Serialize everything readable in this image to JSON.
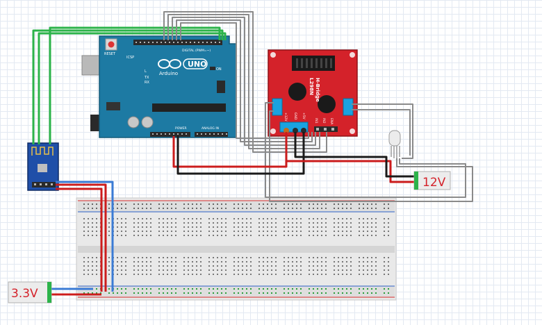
{
  "arduino": {
    "reset_label": "RESET",
    "icsp_label": "ICSP",
    "digital_label": "DIGITAL (PWM=~)",
    "brand": "Arduino",
    "model": "UNO",
    "on_label": "ON",
    "tx_label": "TX",
    "rx_label": "RX",
    "l_label": "L",
    "power_label": "POWER",
    "analog_label": "ANALOG IN"
  },
  "motor_driver": {
    "title_line1": "L298N",
    "title_line2": "H-Bridge",
    "pin_12v": "+12V",
    "pin_gnd": "GND",
    "pin_5v": "+5V",
    "pin_in1": "IN1",
    "pin_in2": "IN2",
    "pin_ena": "ENA"
  },
  "battery_12v": {
    "label": "12V"
  },
  "battery_3v3": {
    "label": "3.3V"
  },
  "colors": {
    "arduino_board": "#1d7aa3",
    "driver_board": "#d4222a",
    "wire_green": "#2cb34a",
    "wire_gray": "#8a8a8a",
    "wire_red": "#cc1c1c",
    "wire_black": "#1a1a1a",
    "wire_blue": "#3a7bd5",
    "esp_module": "#1f4fa8"
  }
}
